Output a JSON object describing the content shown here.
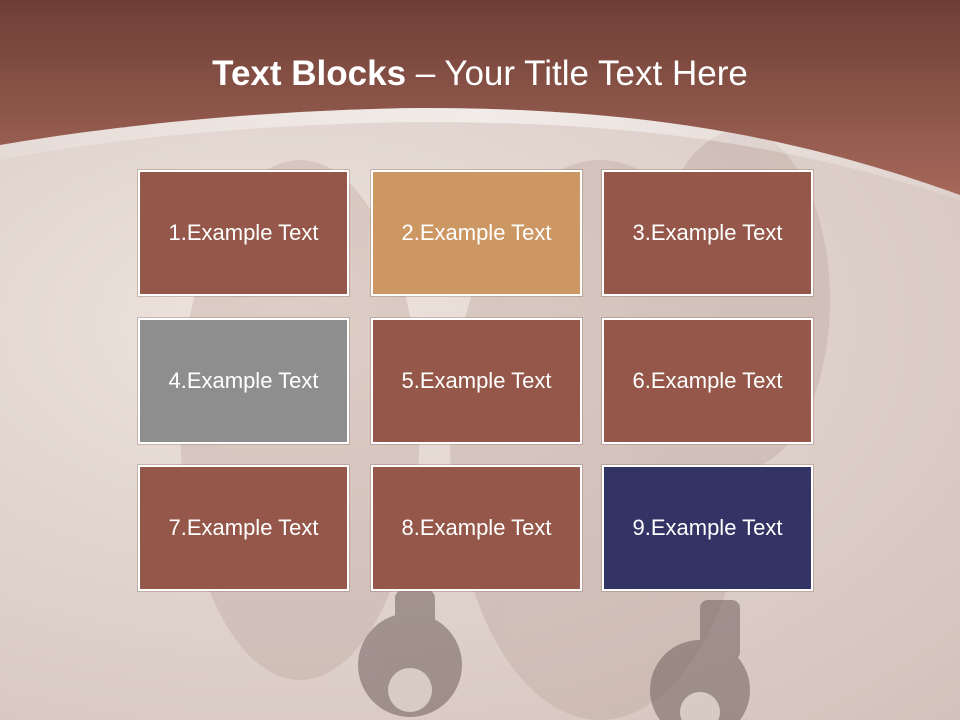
{
  "title": {
    "bold": "Text Blocks",
    "separator": " – ",
    "regular": "Your Title Text Here"
  },
  "blocks": [
    {
      "label": "1.Example Text",
      "color": "#94574a"
    },
    {
      "label": "2.Example Text",
      "color": "#cc9763"
    },
    {
      "label": "3.Example Text",
      "color": "#94574a"
    },
    {
      "label": "4.Example Text",
      "color": "#8e8e8e"
    },
    {
      "label": "5.Example Text",
      "color": "#94574a"
    },
    {
      "label": "6.Example Text",
      "color": "#94574a"
    },
    {
      "label": "7.Example Text",
      "color": "#94574a"
    },
    {
      "label": "8.Example Text",
      "color": "#94574a"
    },
    {
      "label": "9.Example Text",
      "color": "#333366"
    }
  ],
  "colors": {
    "header_top": "#6e3e35",
    "header_bottom": "#a5685a",
    "background": "#e6dad4"
  }
}
